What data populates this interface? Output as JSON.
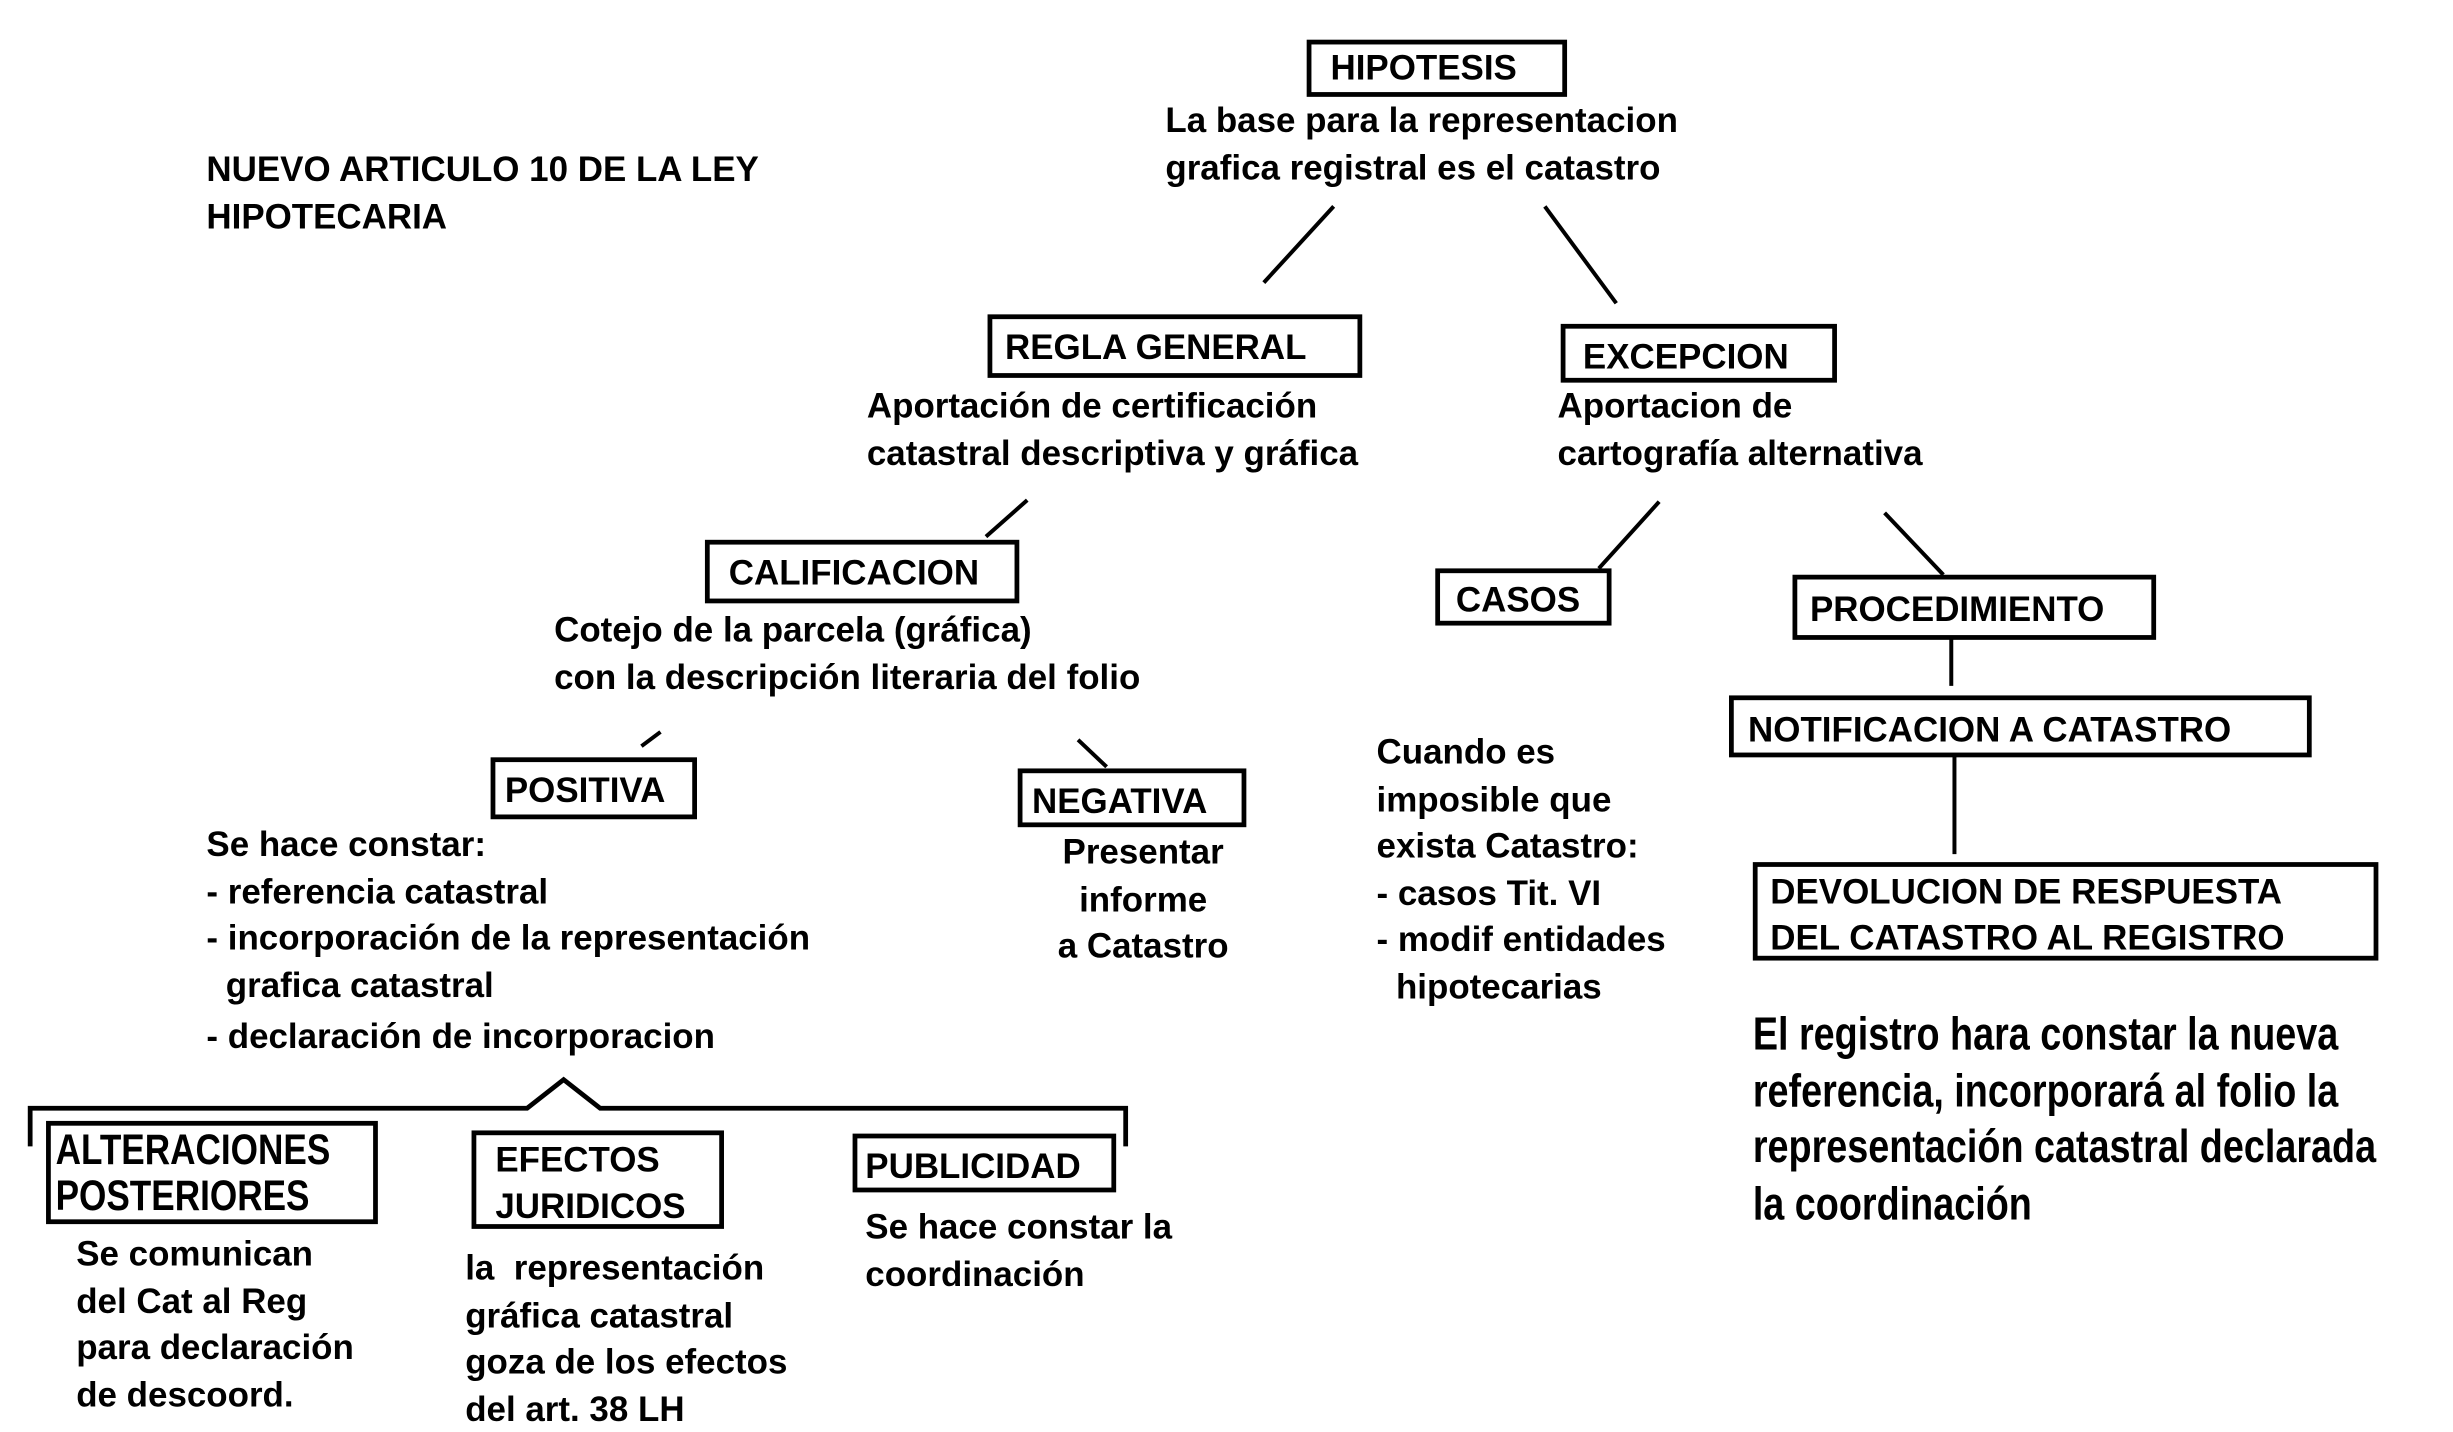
{
  "title": [
    "NUEVO ARTICULO 10 DE LA LEY",
    "HIPOTECARIA"
  ],
  "hipotesis": {
    "label": "HIPOTESIS",
    "text": [
      "La base para la representacion",
      "grafica registral es el catastro"
    ]
  },
  "regla_general": {
    "label": "REGLA GENERAL",
    "text": [
      "Aportación de certificación",
      "catastral descriptiva y gráfica"
    ]
  },
  "excepcion": {
    "label": "EXCEPCION",
    "text": [
      "Aportacion de",
      "cartografía alternativa"
    ]
  },
  "calificacion": {
    "label": "CALIFICACION",
    "text": [
      "Cotejo de la parcela (gráfica)",
      "con la descripción literaria del folio"
    ]
  },
  "casos": {
    "label": "CASOS",
    "text": [
      "Cuando es",
      "imposible que",
      "exista Catastro:",
      "- casos Tit. VI",
      "- modif entidades",
      "  hipotecarias"
    ]
  },
  "procedimiento": {
    "label": "PROCEDIMIENTO"
  },
  "notificacion": {
    "label": "NOTIFICACION A CATASTRO"
  },
  "devolucion": {
    "label": [
      "DEVOLUCION DE RESPUESTA",
      "DEL CATASTRO AL REGISTRO"
    ]
  },
  "registro_text": [
    "El registro hara constar la nueva",
    "referencia, incorporará al folio la",
    "representación catastral declarada",
    "la coordinación"
  ],
  "positiva": {
    "label": "POSITIVA",
    "text": [
      "Se hace constar:",
      "- referencia catastral",
      "- incorporación de la representación",
      "  grafica catastral",
      "- declaración de incorporacion"
    ]
  },
  "negativa": {
    "label": "NEGATIVA",
    "text": [
      "Presentar",
      "informe",
      "a Catastro"
    ]
  },
  "alteraciones": {
    "label": [
      "ALTERACIONES",
      "POSTERIORES"
    ],
    "text": [
      "Se comunican",
      "del Cat al Reg",
      "para declaración",
      "de descoord."
    ]
  },
  "efectos": {
    "label": [
      "EFECTOS",
      "JURIDICOS"
    ],
    "text": [
      "la  representación",
      "gráfica catastral",
      "goza de los efectos",
      "del art. 38 LH"
    ]
  },
  "publicidad": {
    "label": "PUBLICIDAD",
    "text": [
      "Se hace constar la",
      "coordinación"
    ]
  }
}
